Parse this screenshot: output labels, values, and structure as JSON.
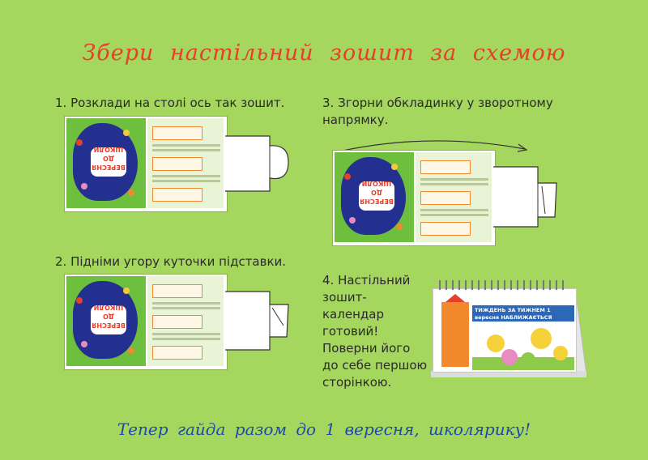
{
  "title": "Збери настільний зошит за схемою",
  "steps": {
    "step1": "1. Розклади на столі ось так зошит.",
    "step2": "2. Підніми угору куточки підставки.",
    "step3": "3. Згорни обкладинку у зворотному напрямку.",
    "step4": "4. Настільний зошит-календар готовий! Поверни його до себе першою сторінкою."
  },
  "booklet": {
    "cover_text": "ВЕРЕСНЯ ДО ШКОЛИ"
  },
  "calendar": {
    "banner": "ТИЖДЕНЬ ЗА ТИЖНЕМ 1 вересня НАБЛИЖАЄТЬСЯ"
  },
  "footer": "Тепер гайда разом до 1 вересня, школярику!",
  "colors": {
    "background": "#a5d65d",
    "title": "#e5402b",
    "footer": "#1f4aa8"
  }
}
